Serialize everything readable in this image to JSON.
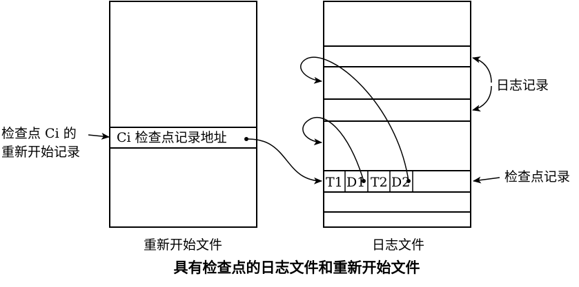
{
  "restart_file": {
    "entry_label": "Ci 检查点记录地址",
    "caption": "重新开始文件"
  },
  "log_file": {
    "checkpoint_cells": [
      "T1",
      "D1",
      "T2",
      "D2"
    ],
    "caption": "日志文件"
  },
  "labels": {
    "checkpoint_restart_record_line1": "检查点 Ci 的",
    "checkpoint_restart_record_line2": "重新开始记录",
    "log_records": "日志记录",
    "checkpoint_record": "检查点记录"
  },
  "figure_title": "具有检查点的日志文件和重新开始文件"
}
